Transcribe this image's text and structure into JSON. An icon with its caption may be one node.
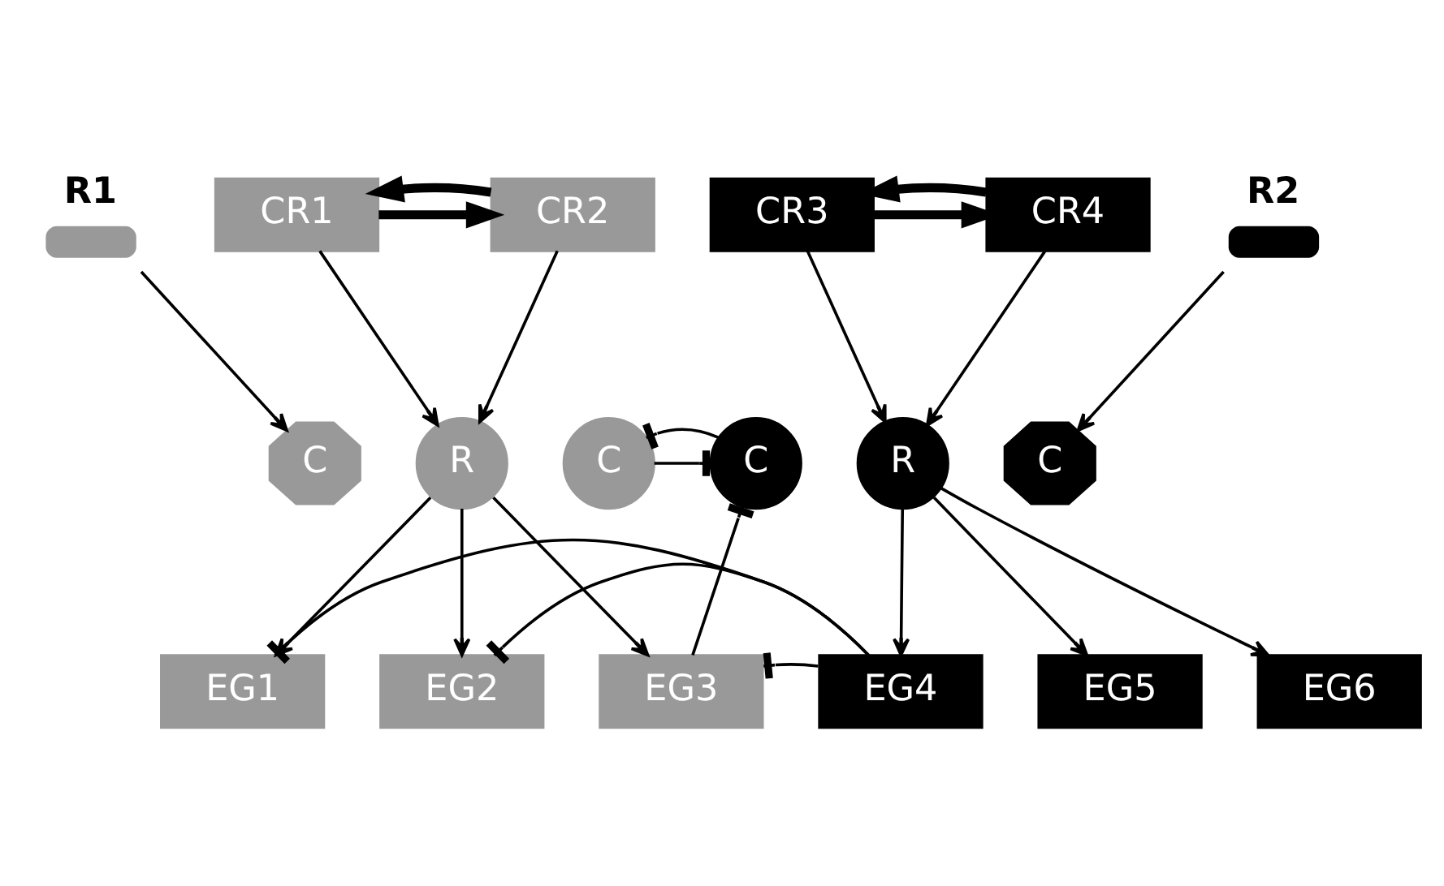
{
  "diagram": {
    "nodes": [
      {
        "text": [
          "R1"
        ]
      },
      {
        "text": [
          "CR1"
        ]
      },
      {
        "text": [
          "CR2"
        ]
      },
      {
        "text": [
          "CR3"
        ]
      },
      {
        "text": [
          "CR4"
        ]
      },
      {
        "text": [
          "R2"
        ]
      },
      {
        "text": [
          "C"
        ]
      },
      {
        "text": [
          "R"
        ]
      },
      {
        "text": [
          "C"
        ]
      },
      {
        "text": [
          "C"
        ]
      },
      {
        "text": [
          "R"
        ]
      },
      {
        "text": [
          "C"
        ]
      },
      {
        "text": [
          "EG1"
        ]
      },
      {
        "text": [
          "EG2"
        ]
      },
      {
        "text": [
          "EG3"
        ]
      },
      {
        "text": [
          "EG4"
        ]
      },
      {
        "text": [
          "EG5"
        ]
      },
      {
        "text": [
          "EG6"
        ]
      }
    ],
    "edges": [
      {
        "from": 1,
        "to": 2,
        "arrow": "to",
        "style": "thick"
      },
      {
        "from": 2,
        "to": 1,
        "arrow": "to",
        "style": "thick"
      },
      {
        "from": 3,
        "to": 4,
        "arrow": "to",
        "style": "thick"
      },
      {
        "from": 4,
        "to": 3,
        "arrow": "to",
        "style": "thick"
      },
      {
        "from": 0,
        "to": 6,
        "arrow": "to"
      },
      {
        "from": 1,
        "to": 7,
        "arrow": "to"
      },
      {
        "from": 2,
        "to": 7,
        "arrow": "to"
      },
      {
        "from": 3,
        "to": 10,
        "arrow": "to"
      },
      {
        "from": 4,
        "to": 10,
        "arrow": "to"
      },
      {
        "from": 5,
        "to": 11,
        "arrow": "to"
      },
      {
        "from": 8,
        "to": 9,
        "arrow": "other"
      },
      {
        "from": 9,
        "to": 8,
        "arrow": "other"
      },
      {
        "from": 7,
        "to": 12,
        "arrow": "to"
      },
      {
        "from": 7,
        "to": 13,
        "arrow": "to"
      },
      {
        "from": 7,
        "to": 14,
        "arrow": "to"
      },
      {
        "from": 10,
        "to": 15,
        "arrow": "to"
      },
      {
        "from": 10,
        "to": 16,
        "arrow": "to"
      },
      {
        "from": 10,
        "to": 17,
        "arrow": "to"
      },
      {
        "from": 14,
        "to": 9,
        "arrow": "other"
      },
      {
        "from": 15,
        "to": 12,
        "arrow": "other"
      },
      {
        "from": 15,
        "to": 13,
        "arrow": "other"
      },
      {
        "from": 15,
        "to": 14,
        "arrow": "other"
      }
    ]
  }
}
